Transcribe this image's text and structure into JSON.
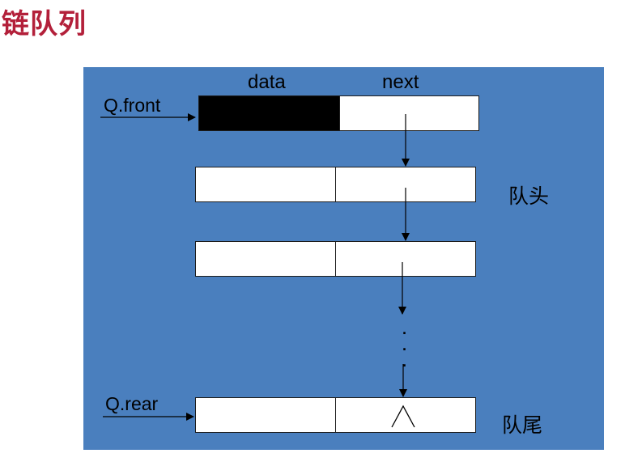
{
  "title": "链队列",
  "headers": {
    "data": "data",
    "next": "next"
  },
  "pointers": {
    "front": "Q.front",
    "rear": "Q.rear"
  },
  "labels": {
    "head": "队头",
    "tail": "队尾"
  },
  "ellipsis": [
    "·",
    "·",
    "·"
  ],
  "colors": {
    "title": "#b3203a",
    "panel": "#4a7fbe",
    "head_node_data": "#000000"
  }
}
